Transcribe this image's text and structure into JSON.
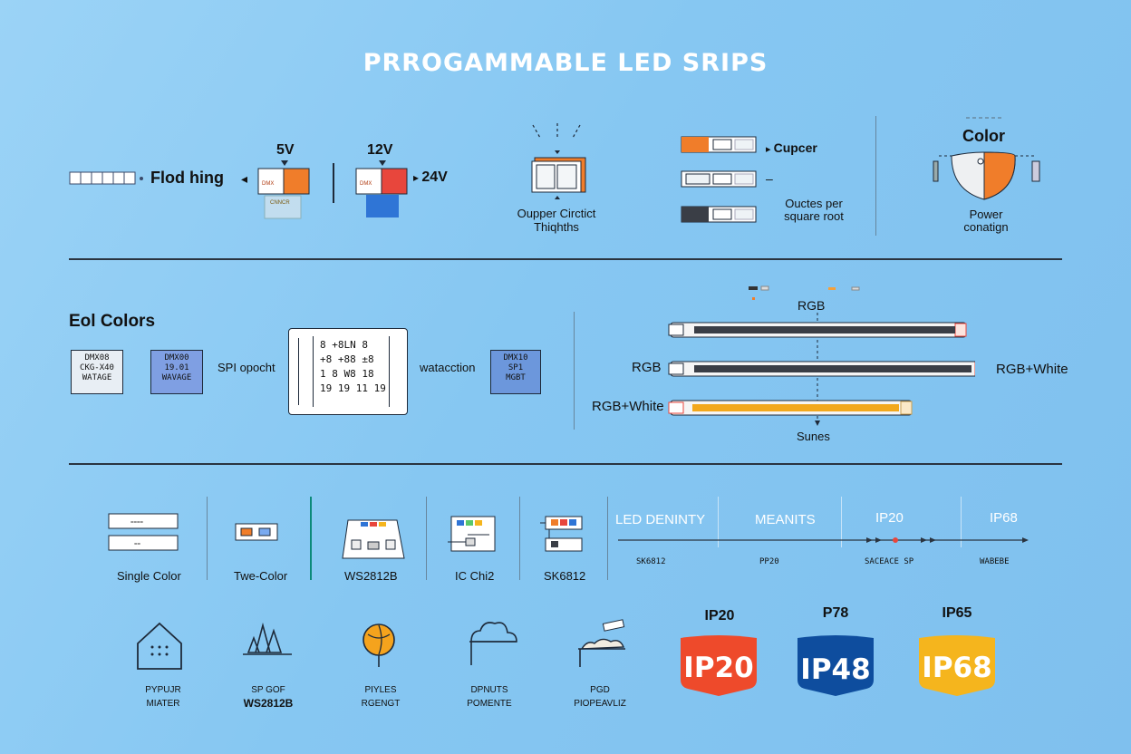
{
  "title": "PRROGAMMABLE LED SRIPS",
  "row1": {
    "flod_hing": "Flod hing",
    "v5": "5V",
    "v12": "12V",
    "v24": "24V",
    "circuit_label_1": "Oupper Circtict",
    "circuit_label_2": "Thiqhths",
    "cupcer": "Cupcer",
    "dash": "–",
    "ouctes_1": "Ouctes per",
    "ouctes_2": "square root",
    "color": "Color",
    "power_1": "Power",
    "power_2": "conatign"
  },
  "row2": {
    "eol_colors": "Eol Colors",
    "dmx_a_1": "DMX08",
    "dmx_a_2": "CKG-X40",
    "dmx_a_3": "WATAGE",
    "dmx_b_1": "DMX00",
    "dmx_b_2": "19.01",
    "dmx_b_3": "WAVAGE",
    "spi_opocht": "SPI opocht",
    "table_lines": [
      "8 +8LN 8",
      "+8 +88 ±8",
      "1 8  W8 18",
      "19 19 11 19"
    ],
    "watacction": "watacction",
    "dmx_c_1": "DMX10",
    "dmx_c_2": "SP1",
    "dmx_c_3": "MGBT",
    "rgb_top": "RGB",
    "rgb_left": "RGB",
    "rgbw_right": "RGB+White",
    "rgbw_left": "RGB+White",
    "sunes": "Sunes"
  },
  "row3": {
    "single_color": "Single Color",
    "two_color": "Twe-Color",
    "ws2812b": "WS2812B",
    "ic_chi2": "IC Chi2",
    "sk6812_a": "SK6812",
    "led_deninty": "LED DENINTY",
    "meanits": "MEANITS",
    "ip20_head": "IP20",
    "ip68_head": "IP68",
    "sk6812_b": "SK6812",
    "pp20": "PP20",
    "saced_sp": "SACEACE SP",
    "wabeis": "WABEBE"
  },
  "row4": {
    "icon1_1": "PYPUJR",
    "icon1_2": "MIATER",
    "icon2_1": "SP GOF",
    "icon2_2": "WS2812B",
    "icon3_1": "PIYLES",
    "icon3_2": "RGENGT",
    "icon4_1": "DPNUTS",
    "icon4_2": "POMENTE",
    "icon5_1": "PGD",
    "icon5_2": "PIOPEAVLIZ",
    "badge1_top": "IP20",
    "badge1": "IP20",
    "badge2_top": "P78",
    "badge2": "IP48",
    "badge3_top": "IP65",
    "badge3": "IP68"
  },
  "colors": {
    "orange": "#f07d2a",
    "red": "#e8463c",
    "blue": "#2f75d6",
    "navy": "#0e4d9e",
    "amber": "#f5b51d",
    "badge_red": "#ee4a2b"
  }
}
